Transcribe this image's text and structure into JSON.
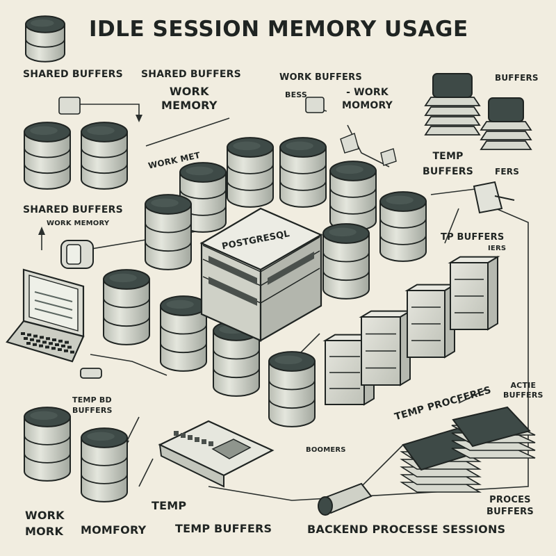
{
  "title": "IDLE SESSION MEMORY USAGE",
  "labels": {
    "shared_buffers_top_left": "SHARED BUFFERS",
    "shared_buffers_top_center": "SHARED BUFFERS",
    "work_memory_top": "WORK\nMEMORY",
    "work_buffers_top": "WORK BUFFERS",
    "sess_top": "BESS",
    "work_momory_top": "- WORK\nMOMORY",
    "buffers_top_right": "BUFFERS",
    "temp_buffers_right": "TEMP\nBUFFERS",
    "fers_right": "FERS",
    "work_mem_tilted": "WORK MET",
    "shared_buffers_mid_left": "SHARED BUFFERS",
    "work_memory_mid_left": "WORK MEMORY",
    "postgresql": "POSTGRESQL",
    "tp_buffers": "TP BUFFERS",
    "iers": "IERS",
    "temp_proceferes": "TEMP PROCFERES",
    "actie_buffers": "ACTIE\nBUFFERS",
    "temp_bd_buffers": "TEMP BD\nBUFFERS",
    "boomers": "BOOMERS",
    "work_mork": "WORK\nMORK",
    "momfory": "MOMFORY",
    "temp_bottom": "TEMP",
    "temp_buffers_bottom": "TEMP BUFFERS",
    "backend_sessions": "BACKEND PROCESSE SESSIONS",
    "proces_buffers": "PROCES\nBUFFERS"
  },
  "colors": {
    "background": "#f1ede0",
    "ink": "#1f2422",
    "cylinder_top": "#3e4a47",
    "cylinder_body": "#cfd2c8",
    "cylinder_shade": "#a9aea5",
    "box_face": "#dcdcd2",
    "box_dark": "#4a504c"
  },
  "icons": {
    "database": "database-cylinder-icon",
    "server": "server-box-icon",
    "laptop": "laptop-icon",
    "memory_module": "memory-module-icon",
    "process_stack": "process-stack-icon"
  }
}
